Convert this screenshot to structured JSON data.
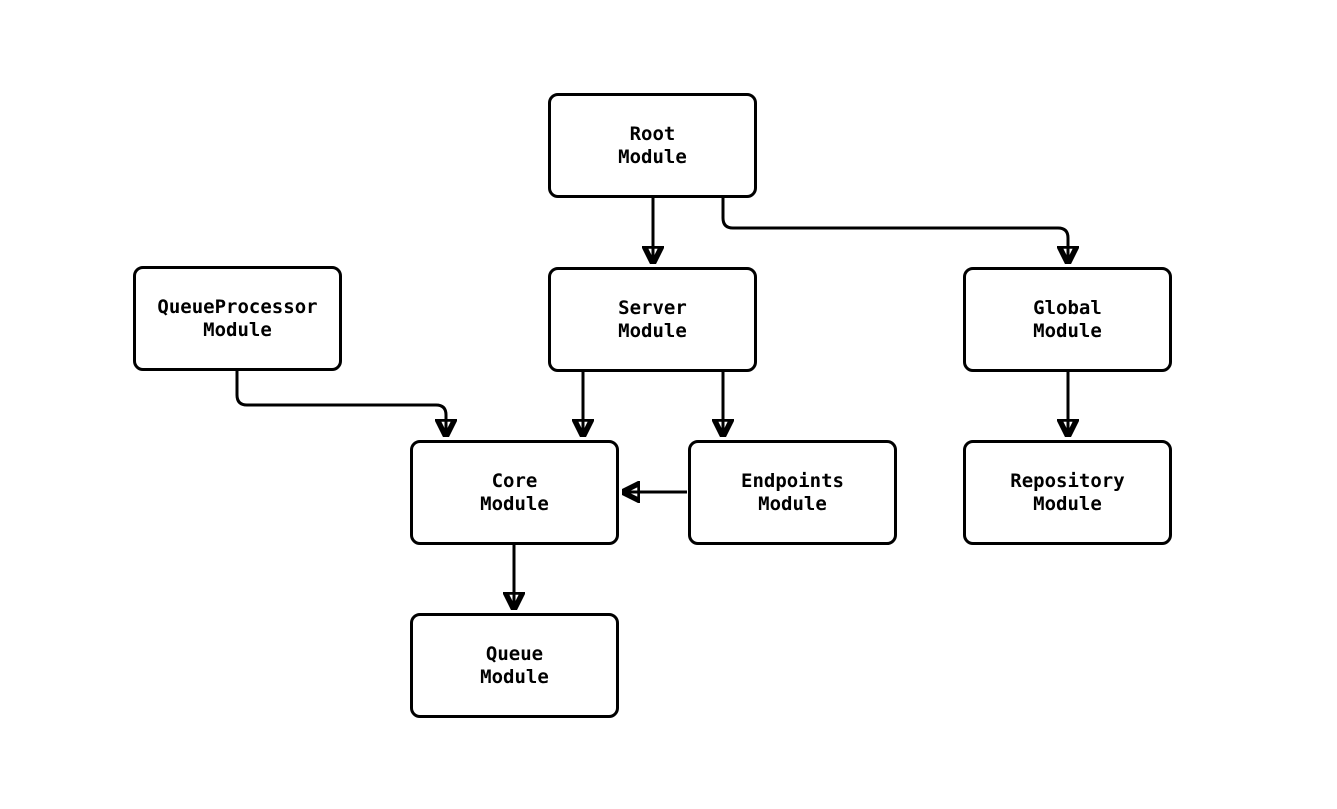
{
  "colors": {
    "background": "#ffffff",
    "node_fill": "#ffffff",
    "node_border": "#000000",
    "edge_stroke": "#000000",
    "text": "#000000"
  },
  "diagram": {
    "type": "flowchart",
    "direction": "top-down",
    "nodes": [
      {
        "id": "root",
        "label": "Root\nModule"
      },
      {
        "id": "queueprocessor",
        "label": "QueueProcessor\nModule"
      },
      {
        "id": "server",
        "label": "Server\nModule"
      },
      {
        "id": "global",
        "label": "Global\nModule"
      },
      {
        "id": "core",
        "label": "Core\nModule"
      },
      {
        "id": "endpoints",
        "label": "Endpoints\nModule"
      },
      {
        "id": "repository",
        "label": "Repository\nModule"
      },
      {
        "id": "queue",
        "label": "Queue\nModule"
      }
    ],
    "edges": [
      {
        "from": "Root Module",
        "to": "Server Module",
        "arrow": "filled-triangle"
      },
      {
        "from": "Root Module",
        "to": "Global Module",
        "arrow": "filled-triangle"
      },
      {
        "from": "QueueProcessor Module",
        "to": "Core Module",
        "arrow": "filled-triangle"
      },
      {
        "from": "Server Module",
        "to": "Core Module",
        "arrow": "filled-triangle"
      },
      {
        "from": "Server Module",
        "to": "Endpoints Module",
        "arrow": "filled-triangle"
      },
      {
        "from": "Global Module",
        "to": "Repository Module",
        "arrow": "filled-triangle"
      },
      {
        "from": "Endpoints Module",
        "to": "Core Module",
        "arrow": "filled-triangle"
      },
      {
        "from": "Core Module",
        "to": "Queue Module",
        "arrow": "filled-triangle"
      }
    ]
  }
}
